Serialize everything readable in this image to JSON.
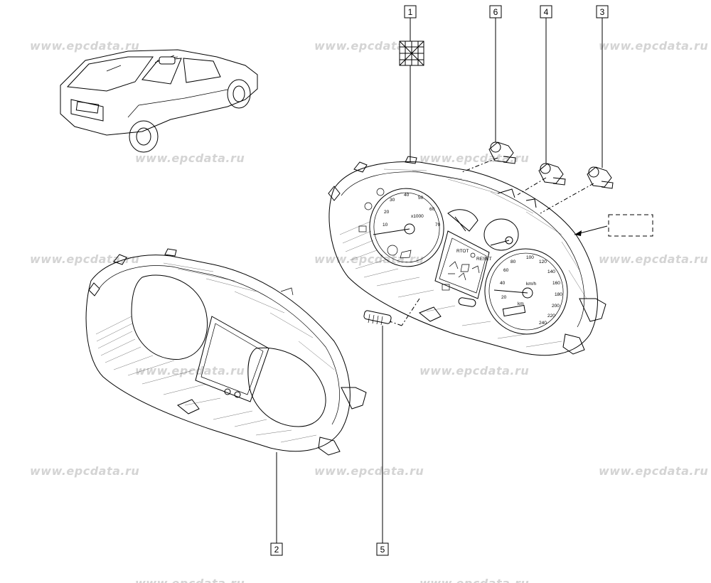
{
  "watermark": "www.epcdata.ru",
  "callouts": [
    {
      "id": "callout-1",
      "label": "1"
    },
    {
      "id": "callout-2",
      "label": "2"
    },
    {
      "id": "callout-3",
      "label": "3"
    },
    {
      "id": "callout-4",
      "label": "4"
    },
    {
      "id": "callout-5",
      "label": "5"
    },
    {
      "id": "callout-6",
      "label": "6"
    }
  ],
  "speedometer_ticks": [
    "20",
    "40",
    "60",
    "80",
    "100",
    "120",
    "140",
    "160",
    "180",
    "200",
    "220",
    "240"
  ],
  "tachometer_ticks": [
    "10",
    "20",
    "30",
    "40",
    "50",
    "60",
    "70"
  ],
  "dial_text": {
    "speedo_unit": "km/h",
    "tacho_unit": "x1000"
  }
}
